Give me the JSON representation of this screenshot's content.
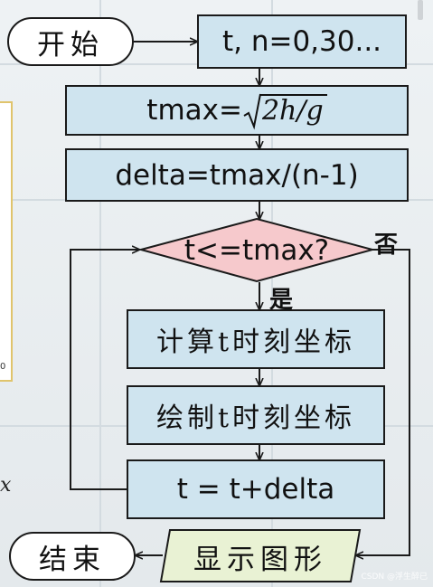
{
  "flowchart": {
    "start_label": "开始",
    "init_label": "t, n=0,30...",
    "tmax_lhs": "tmax=",
    "tmax_radicand": "2h/g",
    "delta_label": "delta=tmax/(n-1)",
    "decision_label": "t<=tmax?",
    "no_label": "否",
    "yes_label": "是",
    "compute_label": "计算t时刻坐标",
    "draw_label": "绘制t时刻坐标",
    "increment_label": "t = t+delta",
    "display_label": "显示图形",
    "end_label": "结束"
  },
  "background": {
    "axis_zero": "0",
    "axis_x": "x"
  },
  "watermark": "CSDN @浮生醉已",
  "colors": {
    "box_fill": "#cfe4ef",
    "decision_fill": "#f6c9cc",
    "display_fill": "#e9f2d4",
    "stroke": "#1a1a1a"
  }
}
